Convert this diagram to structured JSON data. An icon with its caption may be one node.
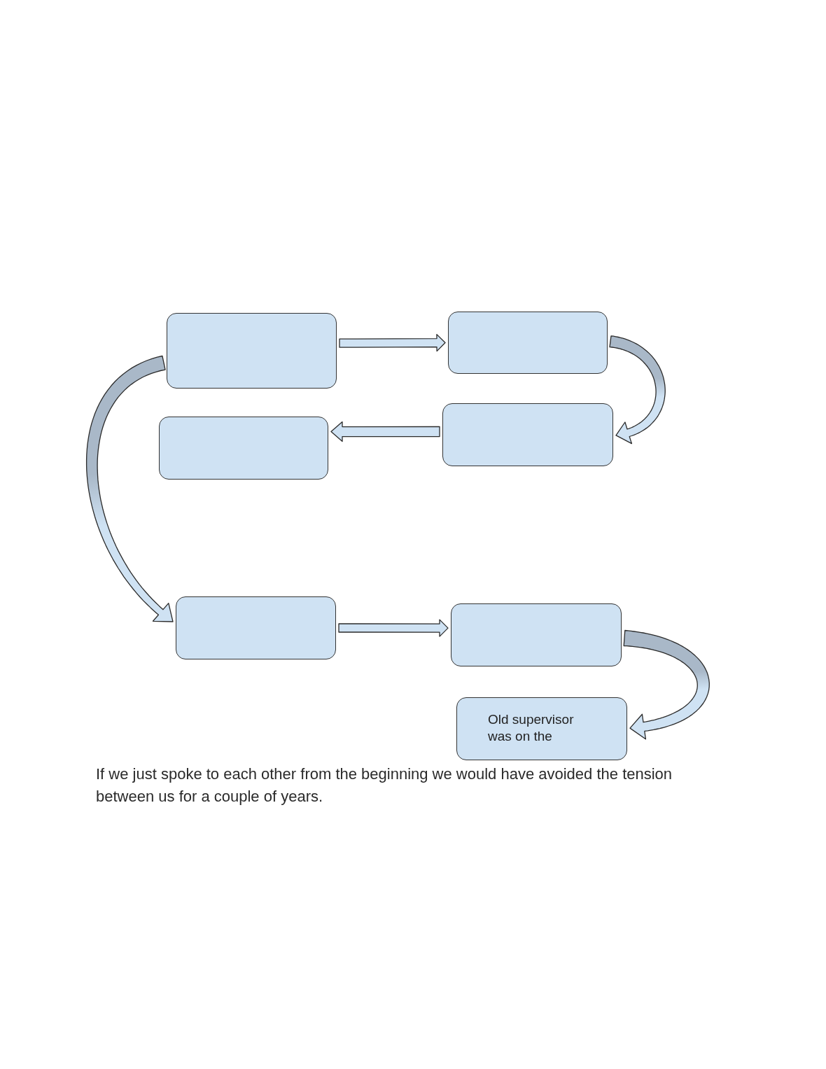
{
  "diagram": {
    "nodes": [
      {
        "text": [],
        "shape": "box"
      },
      {
        "text": [],
        "shape": "box"
      },
      {
        "text": [],
        "shape": "box"
      },
      {
        "text": [],
        "shape": "box"
      },
      {
        "text": [],
        "shape": "box"
      },
      {
        "text": [],
        "shape": "box"
      },
      {
        "text": [
          "Old supervisor was on the"
        ]
      }
    ],
    "edges": [
      {
        "from": 0,
        "to": 1,
        "arrow": "to"
      },
      {
        "from": 1,
        "to": 3,
        "arrow": "to"
      },
      {
        "from": 3,
        "to": 2,
        "arrow": "to"
      },
      {
        "from": 0,
        "to": 4,
        "arrow": "to"
      },
      {
        "from": 4,
        "to": 5,
        "arrow": "to"
      },
      {
        "from": 5,
        "to": 6,
        "arrow": "to"
      }
    ],
    "labels": [
      "If we just spoke to each other from the beginning we would have avoided the tension between us for a couple of years."
    ]
  }
}
